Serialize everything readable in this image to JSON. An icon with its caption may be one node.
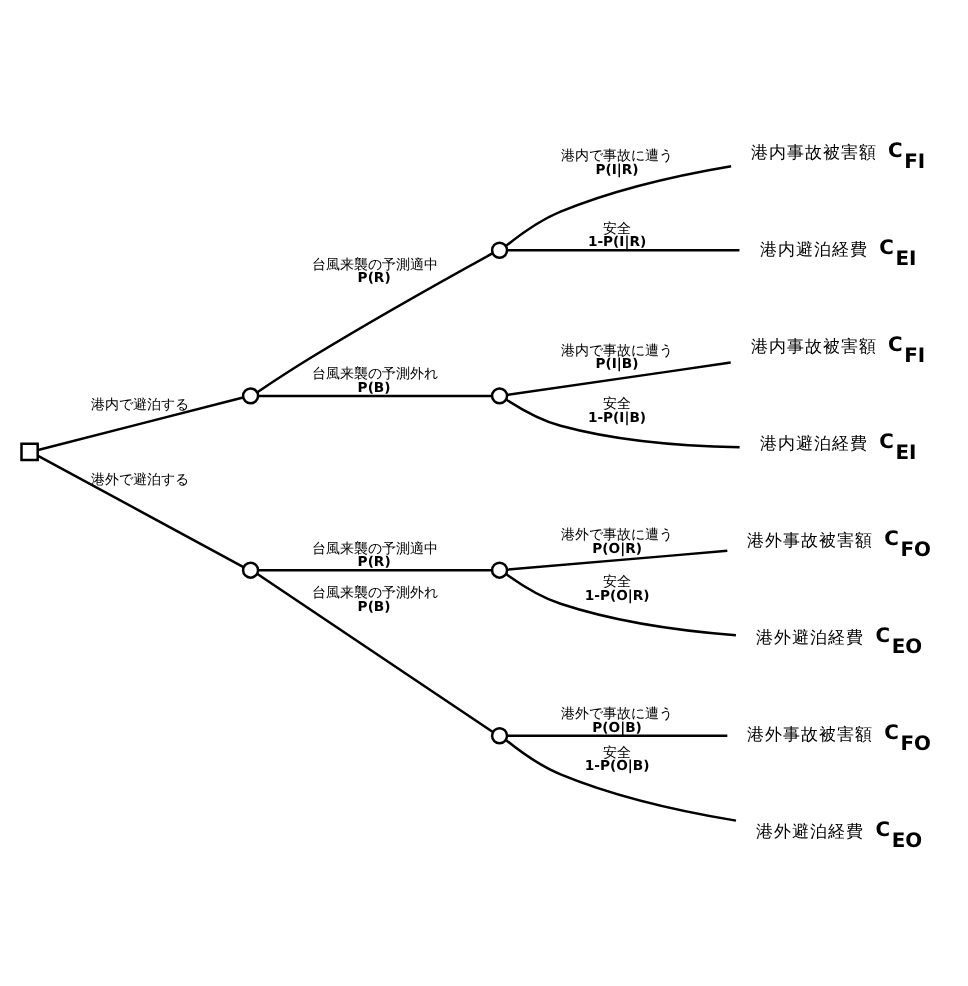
{
  "diagram": {
    "nodes": [
      {
        "text": [],
        "shape": "box"
      },
      {
        "text": [],
        "shape": "circle"
      },
      {
        "text": [],
        "shape": "circle"
      },
      {
        "text": [],
        "shape": "circle"
      },
      {
        "text": [],
        "shape": "circle"
      },
      {
        "text": [],
        "shape": "circle"
      },
      {
        "text": [],
        "shape": "circle"
      },
      {
        "text": [
          "港内事故被害額"
        ],
        "beside": [
          "C$_{FI}$"
        ]
      },
      {
        "text": [
          "港内避泊経費"
        ],
        "beside": [
          "C$_{EI}$"
        ]
      },
      {
        "text": [
          "港内事故被害額"
        ],
        "beside": [
          "C$_{FI}$"
        ]
      },
      {
        "text": [
          "港内避泊経費"
        ],
        "beside": [
          "C$_{EI}$"
        ]
      },
      {
        "text": [
          "港外事故被害額"
        ],
        "beside": [
          "C$_{FO}$"
        ]
      },
      {
        "text": [
          "港外避泊経費"
        ],
        "beside": [
          "C$_{EO}$"
        ]
      },
      {
        "text": [
          "港外事故被害額"
        ],
        "beside": [
          "C$_{FO}$"
        ]
      },
      {
        "text": [
          "港外避泊経費"
        ],
        "beside": [
          "C$_{EO}$"
        ]
      }
    ],
    "edges": [
      {
        "from": 0,
        "to": 1,
        "arrow": "none",
        "label": "港内で避泊する"
      },
      {
        "from": 0,
        "to": 2,
        "arrow": "none",
        "label": "港外で避泊する"
      },
      {
        "from": 1,
        "to": 3,
        "arrow": "none",
        "label": "台風来襲の予測適中 P(R)"
      },
      {
        "from": 1,
        "to": 4,
        "arrow": "none",
        "label": "台風来襲の予測外れ P(B)"
      },
      {
        "from": 3,
        "to": 7,
        "arrow": "none",
        "label": "港内で事故に遭う P(I|R)"
      },
      {
        "from": 3,
        "to": 8,
        "arrow": "none",
        "label": "安全 1-P(I|R)"
      },
      {
        "from": 4,
        "to": 9,
        "arrow": "none",
        "label": "港内で事故に遭う P(I|B)"
      },
      {
        "from": 4,
        "to": 10,
        "arrow": "none",
        "label": "安全 1-P(I|B)"
      },
      {
        "from": 2,
        "to": 5,
        "arrow": "none",
        "label": "台風来襲の予測適中 P(R)"
      },
      {
        "from": 2,
        "to": 6,
        "arrow": "none",
        "label": "台風来襲の予測外れ P(B)"
      },
      {
        "from": 5,
        "to": 11,
        "arrow": "none",
        "label": "港外で事故に遭う P(O|R)"
      },
      {
        "from": 5,
        "to": 12,
        "arrow": "none",
        "label": "安全 1-P(O|R)"
      },
      {
        "from": 6,
        "to": 13,
        "arrow": "none",
        "label": "港外で事故に遭う P(O|B)"
      },
      {
        "from": 6,
        "to": 14,
        "arrow": "none",
        "label": "安全 1-P(O|B)"
      }
    ]
  }
}
